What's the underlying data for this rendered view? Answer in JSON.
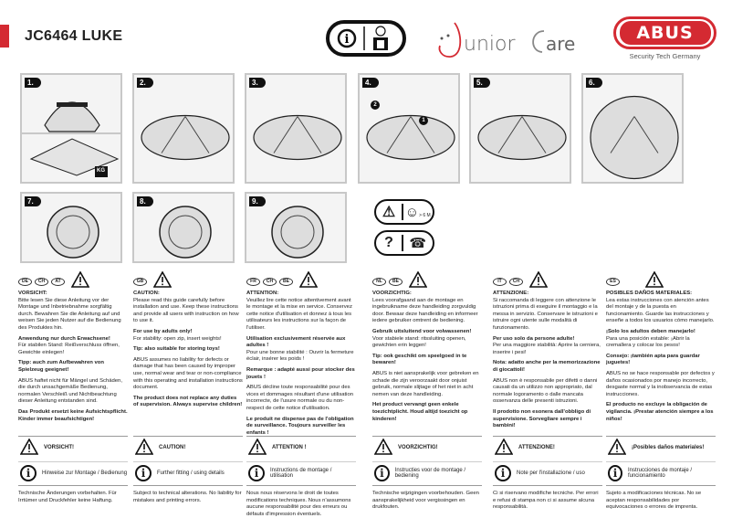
{
  "header": {
    "title": "JC6464 LUKE",
    "brand_logo": "ABUS",
    "brand_tagline": "Security Tech Germany",
    "line_logo": "Junior Care",
    "accent": "#d42a32"
  },
  "steps": [
    {
      "label": "1.",
      "extra": "KG"
    },
    {
      "label": "2."
    },
    {
      "label": "3."
    },
    {
      "label": "4.",
      "markers": [
        "1",
        "2"
      ]
    },
    {
      "label": "5."
    },
    {
      "label": "6."
    },
    {
      "label": "7."
    },
    {
      "label": "8."
    },
    {
      "label": "9."
    }
  ],
  "icons": {
    "age_warning": "warning-child-icon",
    "age_text": "> 6 M",
    "help": "question-phone-icon"
  },
  "columns": [
    {
      "countries": [
        "DE",
        "CH",
        "AT"
      ],
      "title": "VORSICHT:",
      "paras": [
        {
          "t": "Bitte lesen Sie diese Anleitung vor der Montage und Inbetriebnahme sorgfältig durch. Bewahren Sie die Anleitung auf und weisen Sie jeden Nutzer auf die Bedienung des Produktes hin.",
          "b": false
        },
        {
          "t": "Anwendung nur durch Erwachsene!",
          "b": true
        },
        {
          "t": "Für stabilen Stand: Reißverschluss öffnen, Gewichte einlegen!",
          "b": false
        },
        {
          "t": "Tipp: auch zum Aufbewahren von Spielzeug geeignet!",
          "b": true
        },
        {
          "t": "ABUS haftet nicht für Mängel und Schäden, die durch unsachgemäße Bedienung, normalen Verschleiß und Nichtbeachtung dieser Anleitung entstanden sind.",
          "b": false
        },
        {
          "t": "Das Produkt ersetzt keine Aufsichtspflicht. Kinder immer beaufsichtigen!",
          "b": true
        }
      ],
      "caution": "VORSICHT!",
      "info": "Hinweise zur Montage / Bedienung",
      "footer": "Technische Änderungen vorbehalten. Für Irrtümer und Druckfehler keine Haftung."
    },
    {
      "countries": [
        "GB"
      ],
      "title": "CAUTION:",
      "paras": [
        {
          "t": "Please read this guide carefully before installation and use. Keep these instructions and provide all users with instruction on how to use it.",
          "b": false
        },
        {
          "t": "For use by adults only!",
          "b": true
        },
        {
          "t": "For stability: open zip, insert weights!",
          "b": false
        },
        {
          "t": "Tip: also suitable for storing toys!",
          "b": true
        },
        {
          "t": "ABUS assumes no liability for defects or damage that has been caused by improper use, normal wear and tear or non-compliance with this operating and installation instructions document.",
          "b": false
        },
        {
          "t": "The product does not replace any duties of supervision. Always supervise children!",
          "b": true
        }
      ],
      "caution": "CAUTION!",
      "info": "Further fitting / using details",
      "footer": "Subject to technical alterations. No liability for mistakes and printing errors."
    },
    {
      "countries": [
        "FR",
        "CH",
        "BE"
      ],
      "title": "ATTENTION:",
      "paras": [
        {
          "t": "Veuillez lire cette notice attentivement avant le montage et la mise en service. Conservez cette notice d'utilisation et donnez à tous les utilisateurs les instructions sur la façon de l'utiliser.",
          "b": false
        },
        {
          "t": "Utilisation exclusivement réservée aux adultes !",
          "b": true
        },
        {
          "t": "Pour une bonne stabilité : Ouvrir la fermeture éclair, insérer les poids !",
          "b": false
        },
        {
          "t": "Remarque : adapté aussi pour stocker des jouets !",
          "b": true
        },
        {
          "t": "ABUS décline toute responsabilité pour des vices et dommages résultant d'une utilisation incorrecte, de l'usure normale ou du non-respect de cette notice d'utilisation.",
          "b": false
        },
        {
          "t": "Le produit ne dispense pas de l'obligation de surveillance. Toujours surveiller les enfants !",
          "b": true
        }
      ],
      "caution": "ATTENTION !",
      "info": "Instructions de montage / utilisation",
      "footer": "Nous nous réservons le droit de toutes modifications techniques. Nous n'assumons aucune responsabilité pour des erreurs ou défauts d'impression éventuels."
    },
    {
      "countries": [
        "NL",
        "BE"
      ],
      "title": "VOORZICHTIG:",
      "paras": [
        {
          "t": "Lees voorafgaand aan de montage en ingebruikname deze handleiding zorgvuldig door. Bewaar deze handleiding en informeer iedere gebruiker omtrent de bediening.",
          "b": false
        },
        {
          "t": "Gebruik uitsluitend voor volwassenen!",
          "b": true
        },
        {
          "t": "Voor stabiele stand: ritssluiting openen, gewichten erin leggen!",
          "b": false
        },
        {
          "t": "Tip: ook geschikt om speelgoed in te bewaren!",
          "b": true
        },
        {
          "t": "ABUS is niet aansprakelijk voor gebreken en schade die zijn veroorzaakt door onjuist gebruik, normale slijtage of het niet in acht nemen van deze handleiding.",
          "b": false
        },
        {
          "t": "Het product vervangt geen enkele toezichtplicht. Houd altijd toezicht op kinderen!",
          "b": true
        }
      ],
      "caution": "VOORZICHTIG!",
      "info": "Instructies voor de montage / bediening",
      "footer": "Technische wijzigingen voorbehouden. Geen aansprakelijkheid voor vergissingen en drukfouten."
    },
    {
      "countries": [
        "IT",
        "CH"
      ],
      "title": "ATTENZIONE:",
      "paras": [
        {
          "t": "Si raccomanda di leggere con attenzione le istruzioni prima di eseguire il montaggio e la messa in servizio. Conservare le istruzioni e istruire ogni utente sulle modalità di funzionamento.",
          "b": false
        },
        {
          "t": "Per uso solo da persone adulte!",
          "b": true
        },
        {
          "t": "Per una maggiore stabilità: Aprire la cerniera, inserire i pesi!",
          "b": false
        },
        {
          "t": "Nota: adatto anche per la memorizzazione di giocattoli!",
          "b": true
        },
        {
          "t": "ABUS non è responsabile per difetti o danni causati da un utilizzo non appropriato, dal normale logoramento o dalle mancata osservanza delle presenti istruzioni.",
          "b": false
        },
        {
          "t": "Il prodotto non esonera dall'obbligo di supervisione. Sorvegliare sempre i bambini!",
          "b": true
        }
      ],
      "caution": "ATTENZIONE!",
      "info": "Note per l'installazione / uso",
      "footer": "Ci si riservano modifiche tecniche. Per errori e refusi di stampa non ci si assume alcuna responsabilità."
    },
    {
      "countries": [
        "ES"
      ],
      "title": "POSIBLES DAÑOS MATERIALES:",
      "paras": [
        {
          "t": "Lea estas instrucciones con atención antes del montaje y de la puesta en funcionamiento. Guarde las instrucciones y enseñe a todos los usuarios cómo manejarlo.",
          "b": false
        },
        {
          "t": "¡Solo los adultos deben manejarlo!",
          "b": true
        },
        {
          "t": "Para una posición estable: ¡Abrir la cremallera y colocar los pesos!",
          "b": false
        },
        {
          "t": "Consejo: ¡también apta para guardar juguetes!",
          "b": true
        },
        {
          "t": "ABUS no se hace responsable por defectos y daños ocasionados por manejo incorrecto, desgaste normal y la inobservancia de estas instrucciones.",
          "b": false
        },
        {
          "t": "El producto no excluye la obligación de vigilancia. ¡Prestar atención siempre a los niños!",
          "b": true
        }
      ],
      "caution": "¡Posibles daños materiales!",
      "info": "Instrucciones de montaje / funcionamiento",
      "footer": "Sujeto a modificaciones técnicas. No se aceptan responsabilidades por equivocaciones o errores de imprenta."
    }
  ]
}
